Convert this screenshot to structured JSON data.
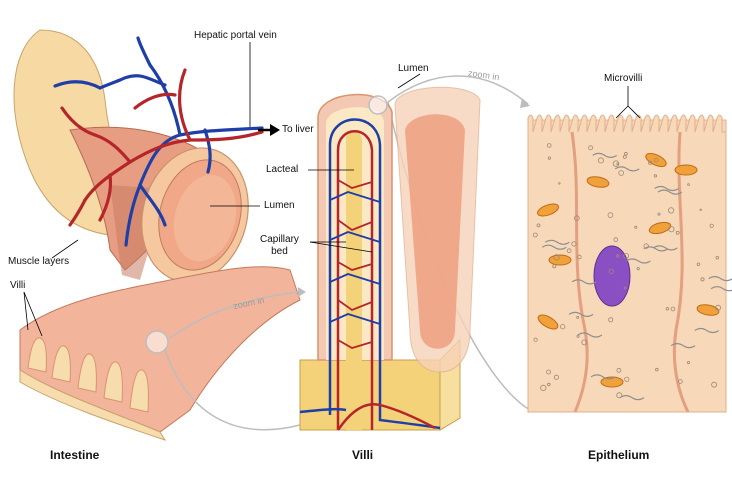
{
  "labels": {
    "hepatic_portal_vein": "Hepatic portal vein",
    "to_liver": "To liver",
    "lacteal": "Lacteal",
    "lumen_intestine": "Lumen",
    "capillary_bed": "Capillary\nbed",
    "muscle_layers": "Muscle layers",
    "villi": "Villi",
    "lumen_villi": "Lumen",
    "microvilli": "Microvilli",
    "zoom_in_1": "zoom in",
    "zoom_in_2": "zoom in"
  },
  "captions": {
    "intestine": "Intestine",
    "villi": "Villi",
    "epithelium": "Epithelium"
  },
  "colors": {
    "artery": "#b5262a",
    "vein": "#1f3fa8",
    "tissue": "#f2b49a",
    "tissue_dark": "#e8957a",
    "cream": "#fbe3ba",
    "yellow": "#f4d27a",
    "nucleus": "#8a4fc2",
    "mito": "#f0a13a"
  }
}
